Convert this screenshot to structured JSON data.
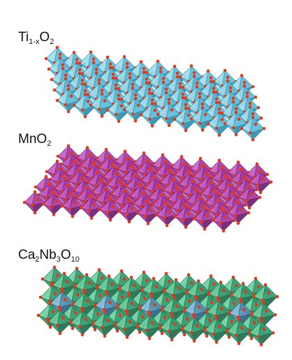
{
  "panels": [
    {
      "label_main": "Ti",
      "label_sub1": "1-x",
      "label_mid": "O",
      "label_sub2": "2",
      "color_face": "#5bbdd8",
      "color_dark": "#2f8fae",
      "color_light": "#9fdcec",
      "atom_color": "#e2391c"
    },
    {
      "label_main": "MnO",
      "label_sub1": "2",
      "color_face": "#a63aa5",
      "color_dark": "#6e1f6e",
      "color_light": "#c65ec4",
      "atom_color": "#e2391c"
    },
    {
      "label_main": "Ca",
      "label_sub1": "2",
      "label_mid": "Nb",
      "label_sub2": "3",
      "label_mid2": "O",
      "label_sub3": "10",
      "color_face": "#2f9a6e",
      "color_dark": "#1f6e4c",
      "color_light": "#6fcf9e",
      "color_accent": "#4f8fb0",
      "atom_color": "#e2391c"
    }
  ]
}
